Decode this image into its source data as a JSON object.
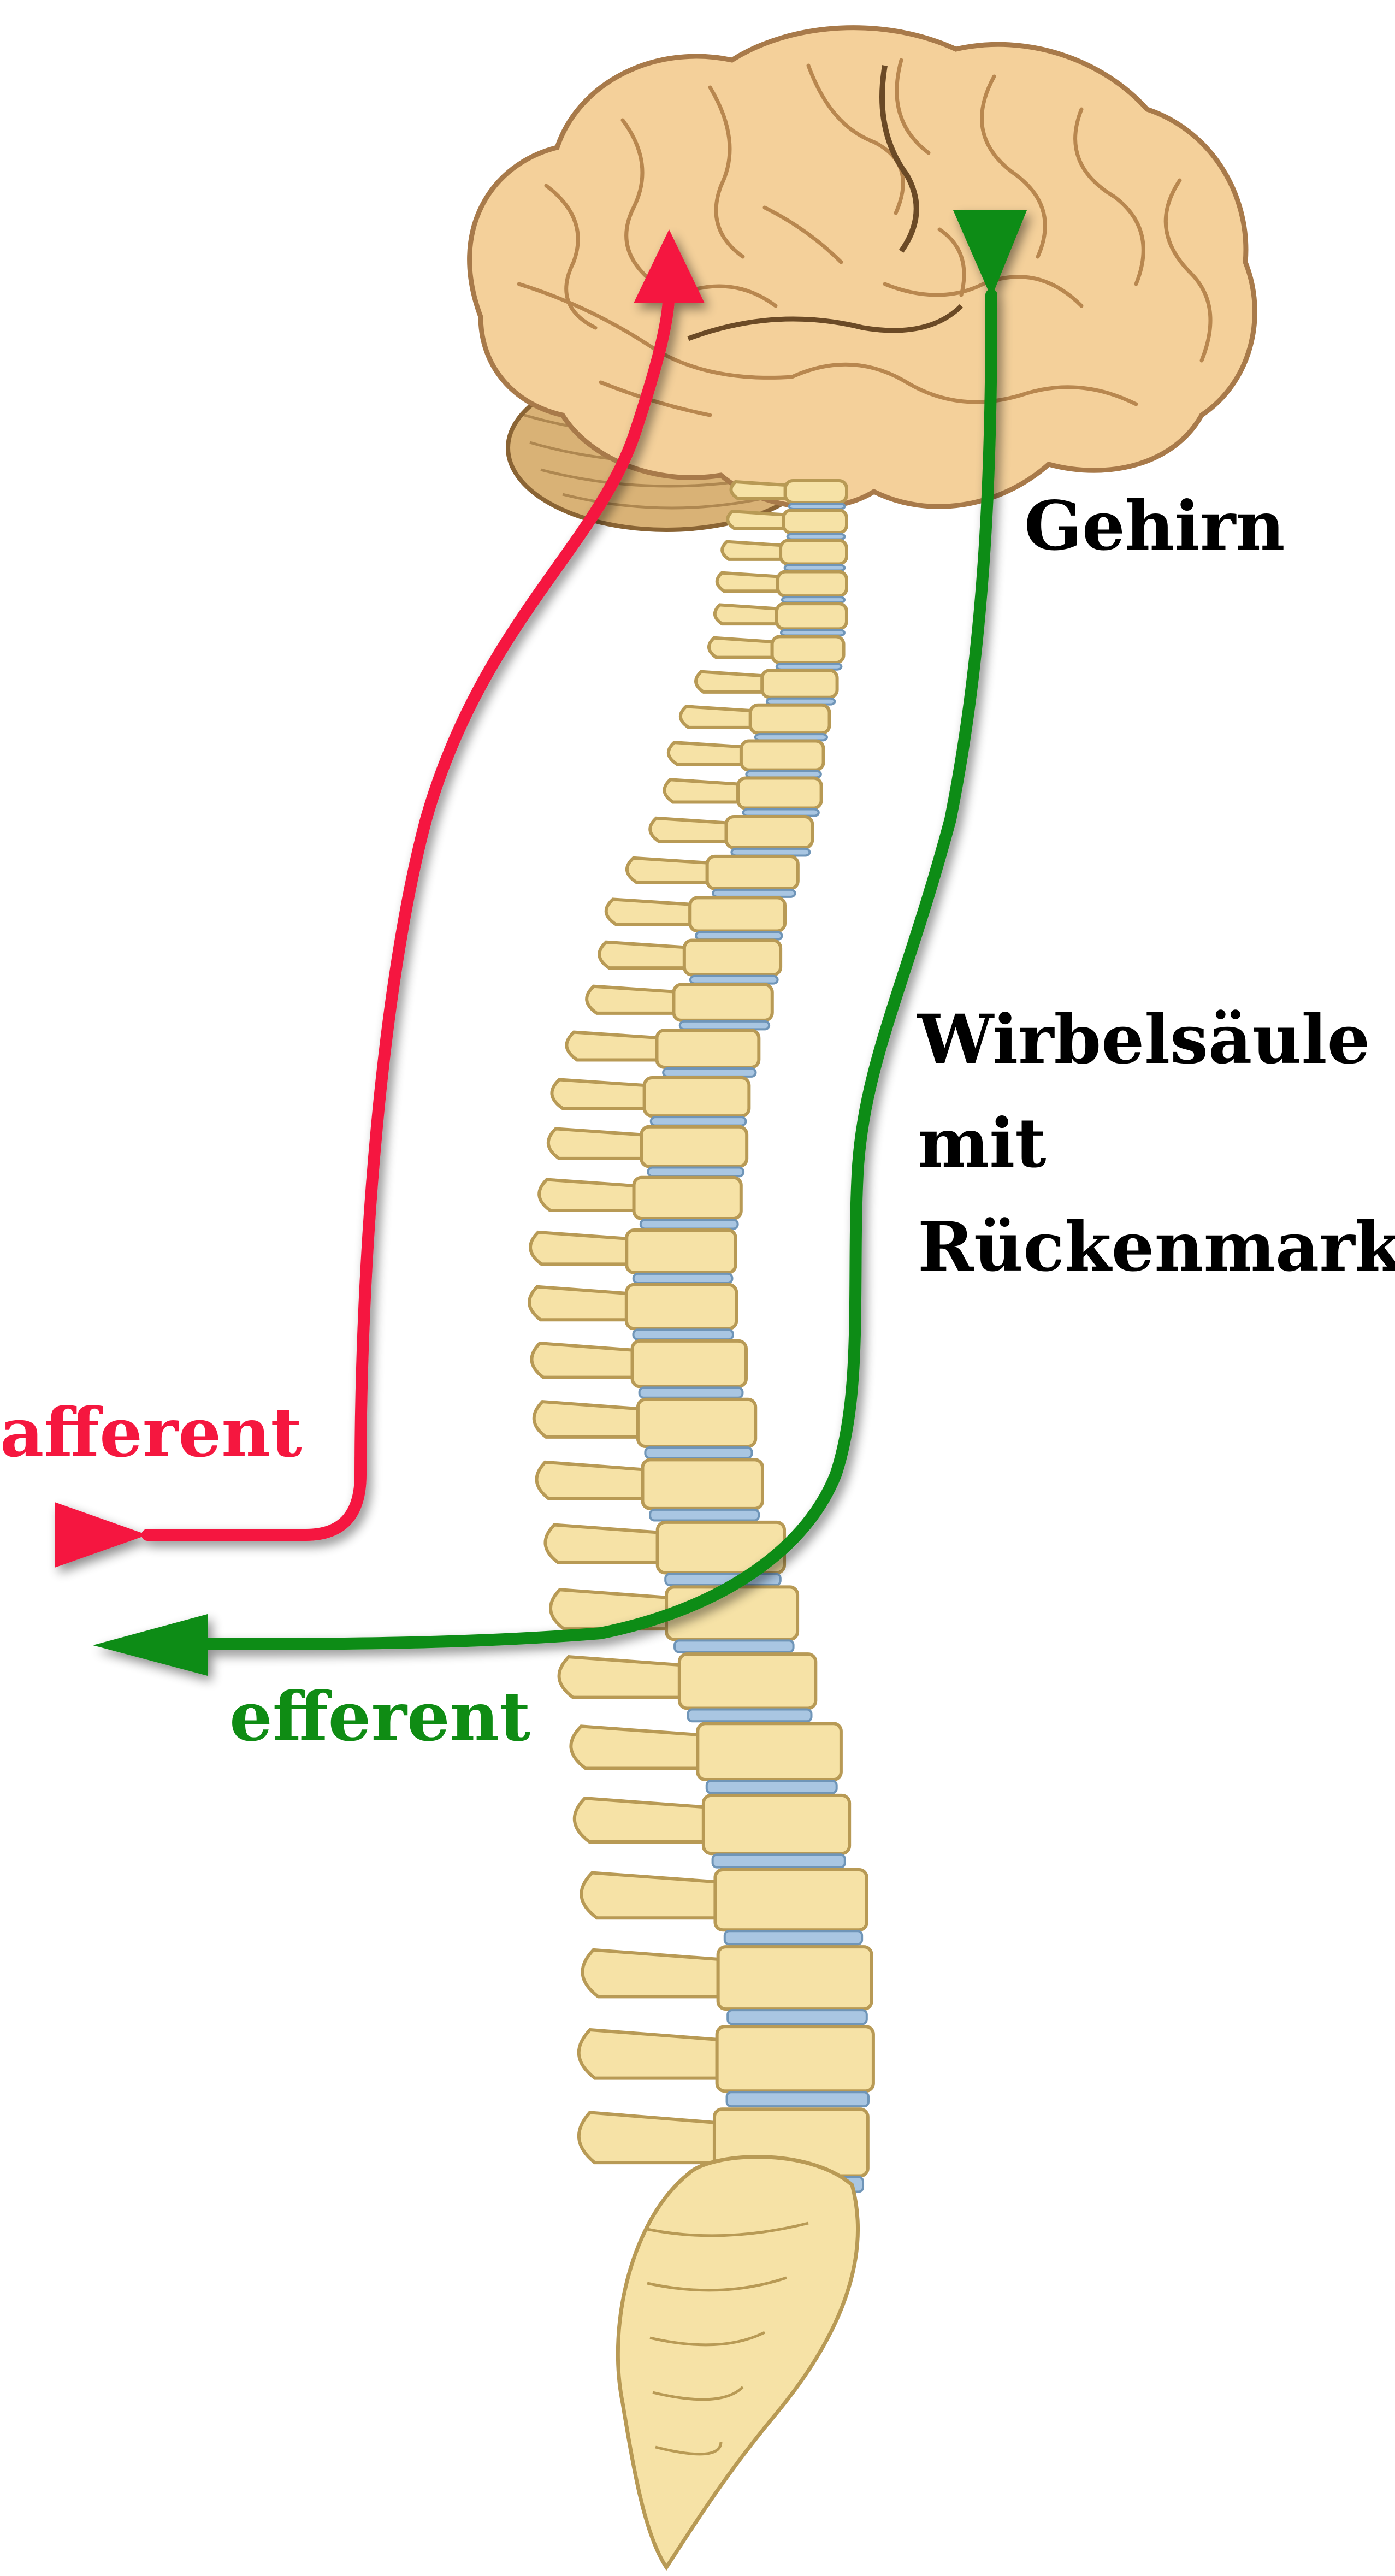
{
  "labels": {
    "brain": "Gehirn",
    "spine_line1": "Wirbelsäule",
    "spine_line2": "mit",
    "spine_line3": "Rückenmark",
    "afferent": "afferent",
    "efferent": "efferent"
  },
  "colors": {
    "afferent": "#f5173f",
    "efferent": "#0f8c14",
    "text": "#000000",
    "bone": "#f6e2a6",
    "bone_outline": "#b89a55",
    "disc": "#a9c6e2",
    "brain": "#f4d09a",
    "brain_outline": "#a87a4a",
    "cerebellum": "#d9b276"
  },
  "icons": {
    "brain": "brain-icon",
    "spine": "spine-icon"
  }
}
